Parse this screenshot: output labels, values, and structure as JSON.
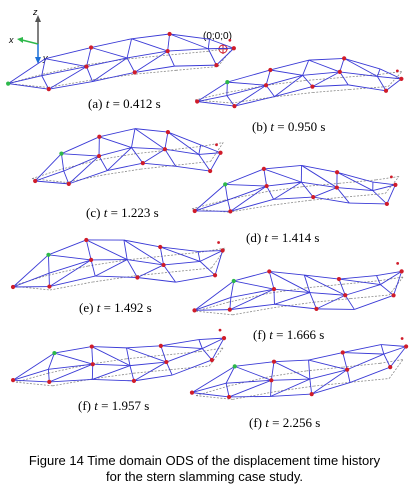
{
  "axes": {
    "z": "z",
    "x": "x",
    "y": "y"
  },
  "origin_label": "(0;0;0)",
  "panels": [
    {
      "id": "a",
      "prefix": "(a)",
      "tvar": "t",
      "value": "= 0.412  s"
    },
    {
      "id": "b",
      "prefix": "(b)",
      "tvar": "t",
      "value": "= 0.950  s"
    },
    {
      "id": "c",
      "prefix": "(c)",
      "tvar": "t",
      "value": "= 1.223  s"
    },
    {
      "id": "d",
      "prefix": "(d)",
      "tvar": "t",
      "value": "= 1.414  s"
    },
    {
      "id": "e",
      "prefix": "(e)",
      "tvar": "t",
      "value": "= 1.492  s"
    },
    {
      "id": "f1",
      "prefix": "(f)",
      "tvar": "t",
      "value": "= 1.666  s"
    },
    {
      "id": "f2",
      "prefix": "(f)",
      "tvar": "t",
      "value": "= 1.957  s"
    },
    {
      "id": "f3",
      "prefix": "(f)",
      "tvar": "t",
      "value": "= 2.256  s"
    }
  ],
  "caption": {
    "line1": "Figure 14  Time domain ODS of the displacement time history",
    "line2": "for the stern slamming case study."
  },
  "colors": {
    "deformed": "#3a3ad6",
    "undeformed": "#8a8a8a",
    "node": "#d01c2a",
    "start_node": "#2db84a",
    "axis_x": "#2db84a",
    "axis_y": "#1a6fd6",
    "axis_z": "#555555"
  }
}
